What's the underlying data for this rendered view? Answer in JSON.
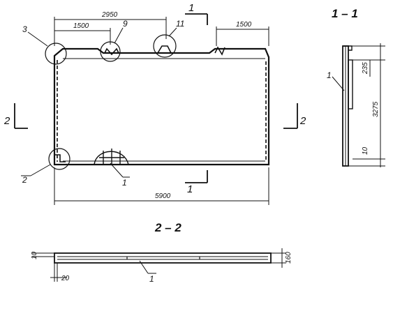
{
  "sections": {
    "s11_title": "1 – 1",
    "s22_title": "2 – 2"
  },
  "cut_marks": {
    "top": "1",
    "bottom": "1",
    "left": "2",
    "right": "2"
  },
  "dimensions": {
    "plan_overall_width": "5900",
    "plan_top_span": "2950",
    "plan_left_span": "1500",
    "plan_right_span": "1500",
    "sec11_top": "235",
    "sec11_height": "3275",
    "sec11_bottom": "10",
    "sec22_thickness": "160",
    "sec22_top": "10",
    "sec22_edge": "20"
  },
  "callouts": {
    "plan_1": "1",
    "plan_2": "2",
    "plan_3": "3",
    "plan_9": "9",
    "plan_11": "11",
    "sec11_1": "1",
    "sec22_1": "1"
  }
}
